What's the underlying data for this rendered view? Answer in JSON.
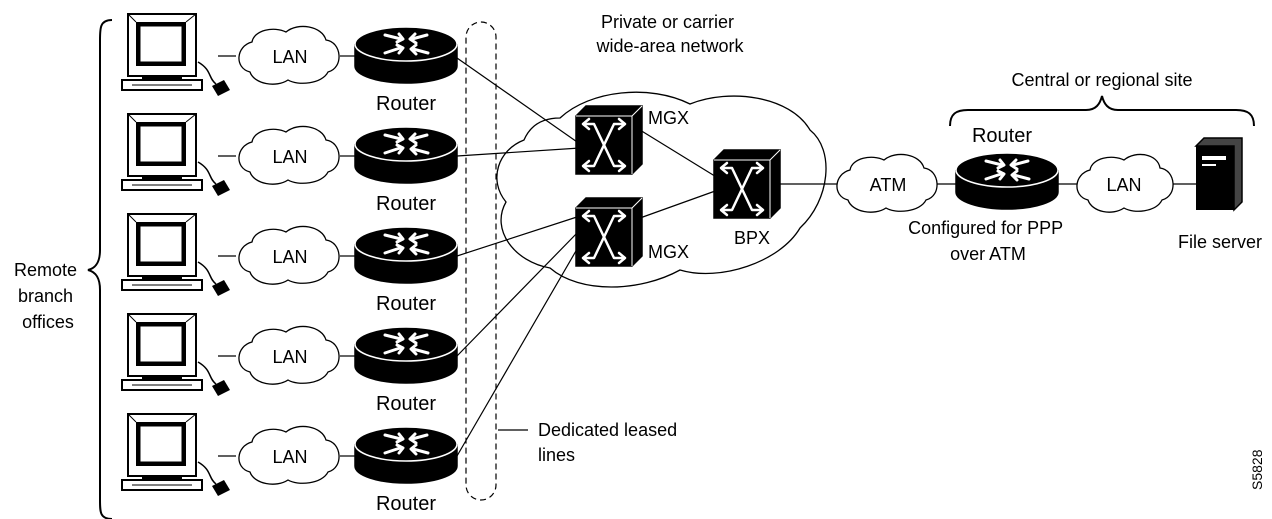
{
  "labels": {
    "wan_line1": "Private or carrier",
    "wan_line2": "wide-area network",
    "central_site": "Central or regional site",
    "remote_line1": "Remote",
    "remote_line2": "branch",
    "remote_line3": "offices",
    "leased_line1": "Dedicated leased",
    "leased_line2": "lines",
    "mgx_top": "MGX",
    "mgx_bottom": "MGX",
    "bpx": "BPX",
    "atm": "ATM",
    "central_router": "Router",
    "central_lan": "LAN",
    "config_line1": "Configured for PPP",
    "config_line2": "over ATM",
    "file_server": "File server",
    "figure_id": "S5828"
  },
  "branches": [
    {
      "lan": "LAN",
      "router": "Router"
    },
    {
      "lan": "LAN",
      "router": "Router"
    },
    {
      "lan": "LAN",
      "router": "Router"
    },
    {
      "lan": "LAN",
      "router": "Router"
    },
    {
      "lan": "LAN",
      "router": "Router"
    }
  ]
}
